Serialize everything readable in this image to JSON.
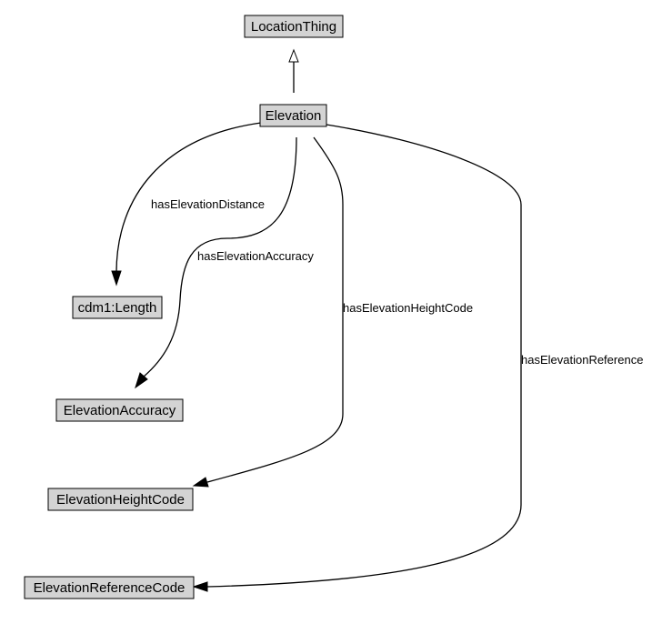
{
  "nodes": {
    "location_thing": "LocationThing",
    "elevation": "Elevation",
    "cdm1_length": "cdm1:Length",
    "elevation_accuracy": "ElevationAccuracy",
    "elevation_height_code": "ElevationHeightCode",
    "elevation_reference_code": "ElevationReferenceCode"
  },
  "edges": {
    "has_elevation_distance": "hasElevationDistance",
    "has_elevation_accuracy": "hasElevationAccuracy",
    "has_elevation_height_code": "hasElevationHeightCode",
    "has_elevation_reference": "hasElevationReference"
  },
  "colors": {
    "node_fill": "#d3d3d3",
    "line": "#000000",
    "background": "#ffffff"
  }
}
